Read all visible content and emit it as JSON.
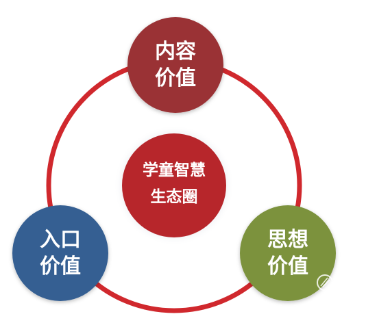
{
  "diagram": {
    "center": {
      "line1": "学童智慧",
      "line2": "生态圈",
      "color": "#b7262b"
    },
    "nodes": [
      {
        "id": "content",
        "line1": "内容",
        "line2": "价值",
        "color": "#9a3336"
      },
      {
        "id": "entry",
        "line1": "入口",
        "line2": "价值",
        "color": "#345f92"
      },
      {
        "id": "thought",
        "line1": "思想",
        "line2": "价值",
        "color": "#7b923c"
      }
    ],
    "ring_color": "#d0282d",
    "watermark_icon": "circle-watermark-icon"
  }
}
